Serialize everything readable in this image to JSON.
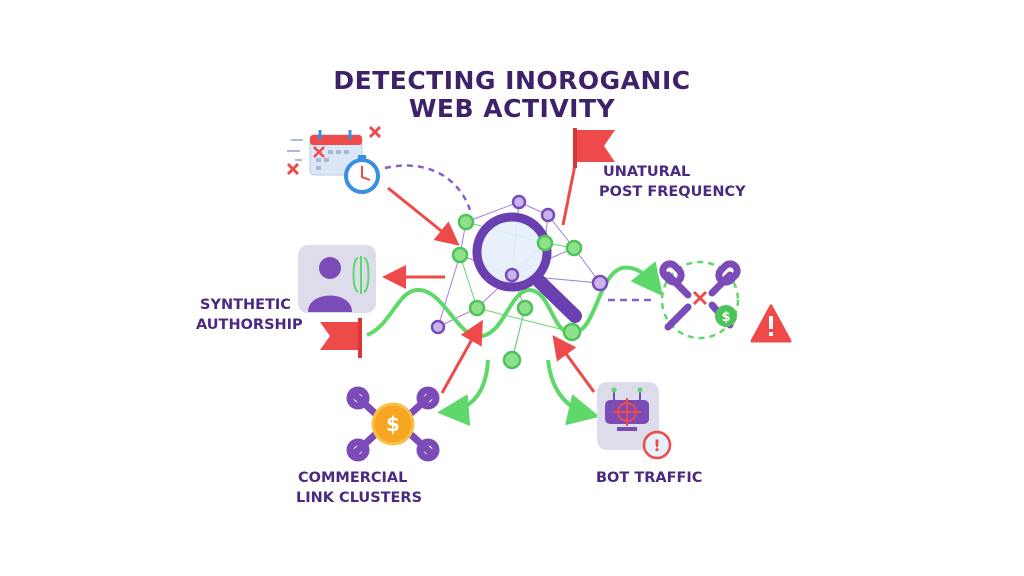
{
  "title": {
    "line1": "DETECTING INOROGANIC",
    "line2": "WEB ACTIVITY"
  },
  "labels": {
    "post_frequency": {
      "line1": "UNATURAL",
      "line2": "POST FREQUENCY"
    },
    "synthetic": {
      "line1": "SYNTHETIC",
      "line2": "AUTHORSHIP"
    },
    "commercial": {
      "line1": "COMMERCIAL",
      "line2": "LINK CLUSTERS"
    },
    "bot": {
      "line1": "BOT TRAFFIC"
    }
  },
  "icons": {
    "coin_symbol": "$",
    "alert_symbol": "!"
  },
  "colors": {
    "purple": "#7b4bb8",
    "dark_purple": "#3d2169",
    "green": "#5fd86a",
    "red": "#ef4a4a",
    "blue": "#3b8fe0",
    "orange": "#f6a623"
  }
}
